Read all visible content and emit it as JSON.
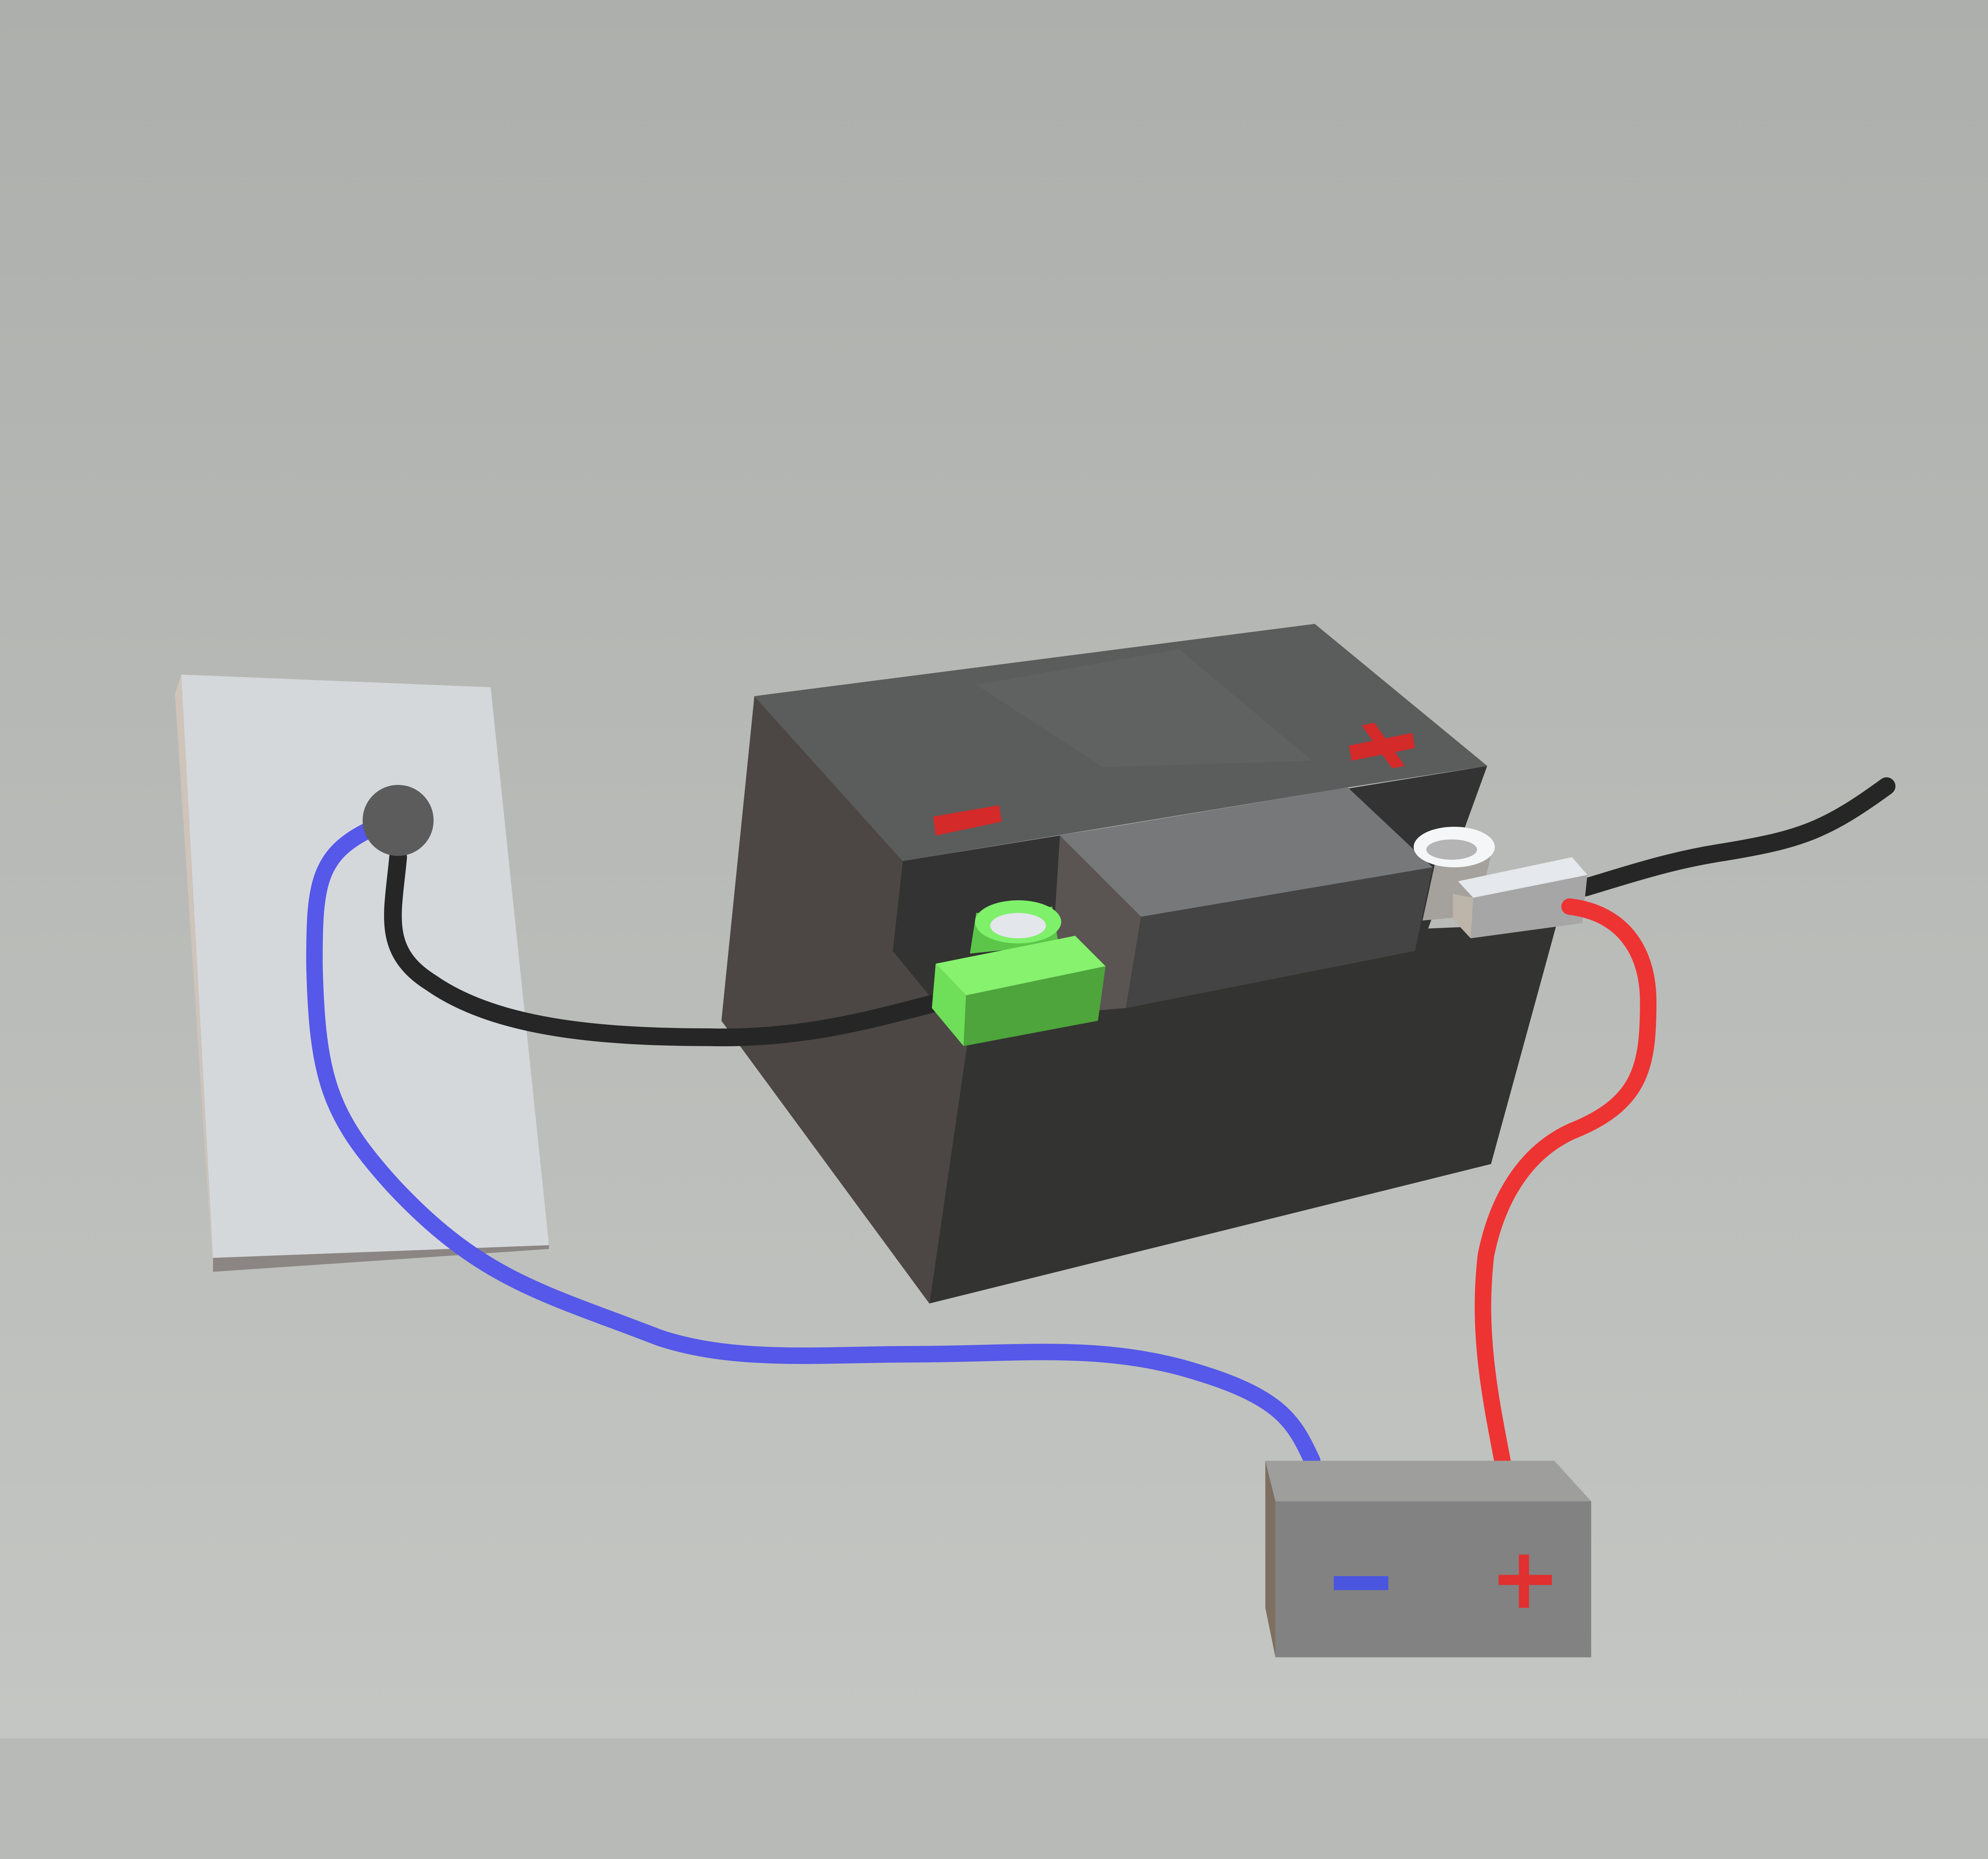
{
  "scene": {
    "colors": {
      "background_top": "#aeb0ad",
      "background_bottom": "#c3c5c2",
      "battery_top": "#5b5c5c",
      "battery_side": "#4c4744",
      "battery_front": "#333331",
      "wall_plate": "#d5d8db",
      "negative_terminal": "#6ef25a",
      "positive_terminal": "#c9cbcd",
      "negative_symbol": "#e03030",
      "positive_symbol": "#e03030",
      "blue_wire": "#5558e8",
      "red_wire": "#ee3333",
      "black_wire": "#262626",
      "device_box": "#828282",
      "device_minus": "#4a55e0",
      "device_plus": "#e03030"
    },
    "icons": [
      "battery",
      "wall-outlet-plate",
      "load-device-box",
      "minus-symbol",
      "plus-symbol"
    ]
  }
}
